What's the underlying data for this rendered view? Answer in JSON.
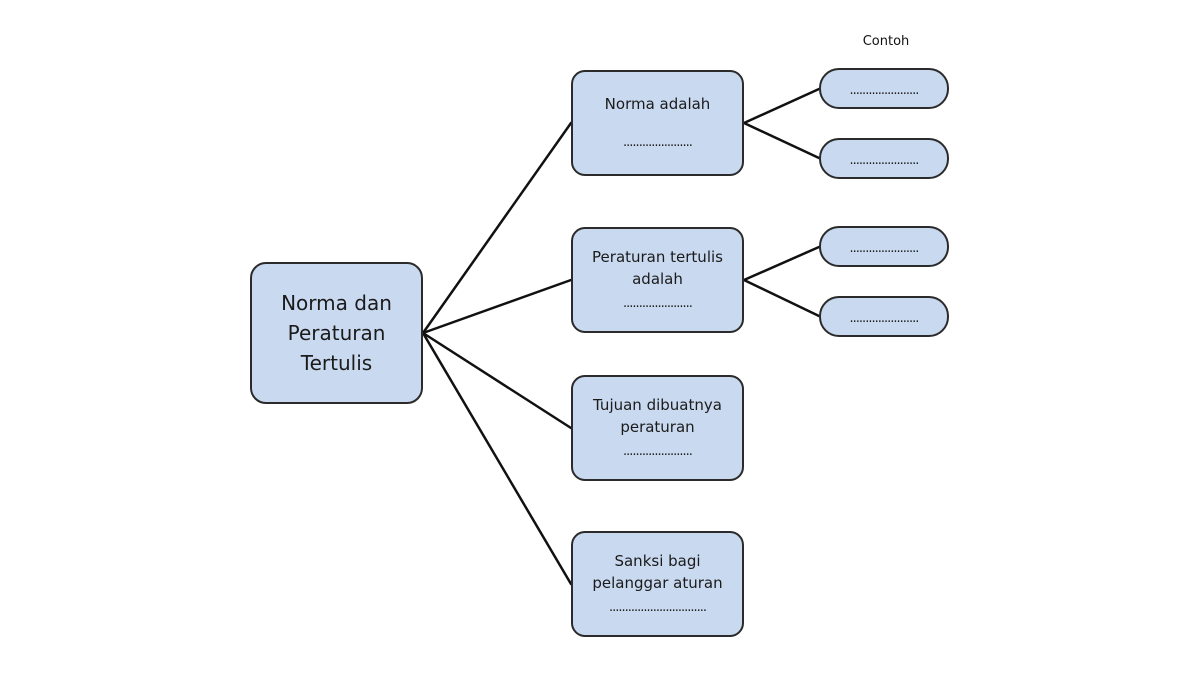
{
  "colors": {
    "box_fill": "#c9d9f0",
    "box_stroke": "#2b2b2b",
    "connector": "#111111",
    "background": "#ffffff"
  },
  "root": {
    "lines": [
      "Norma dan",
      "Peraturan",
      "Tertulis"
    ]
  },
  "topics": [
    {
      "lines": [
        "Norma adalah"
      ],
      "blank": "......................",
      "has_gap": true
    },
    {
      "lines": [
        "Peraturan tertulis",
        "adalah"
      ],
      "blank": "......................",
      "has_gap": false
    },
    {
      "lines": [
        "Tujuan dibuatnya",
        "peraturan"
      ],
      "blank": "......................",
      "has_gap": false
    },
    {
      "lines": [
        "Sanksi bagi",
        "pelanggar aturan"
      ],
      "blank": "...............................",
      "has_gap": false
    }
  ],
  "example_header": "Contoh",
  "examples": [
    {
      "topic_index": 0,
      "blank": "......................"
    },
    {
      "topic_index": 0,
      "blank": "......................"
    },
    {
      "topic_index": 1,
      "blank": "......................"
    },
    {
      "topic_index": 1,
      "blank": "......................"
    }
  ]
}
